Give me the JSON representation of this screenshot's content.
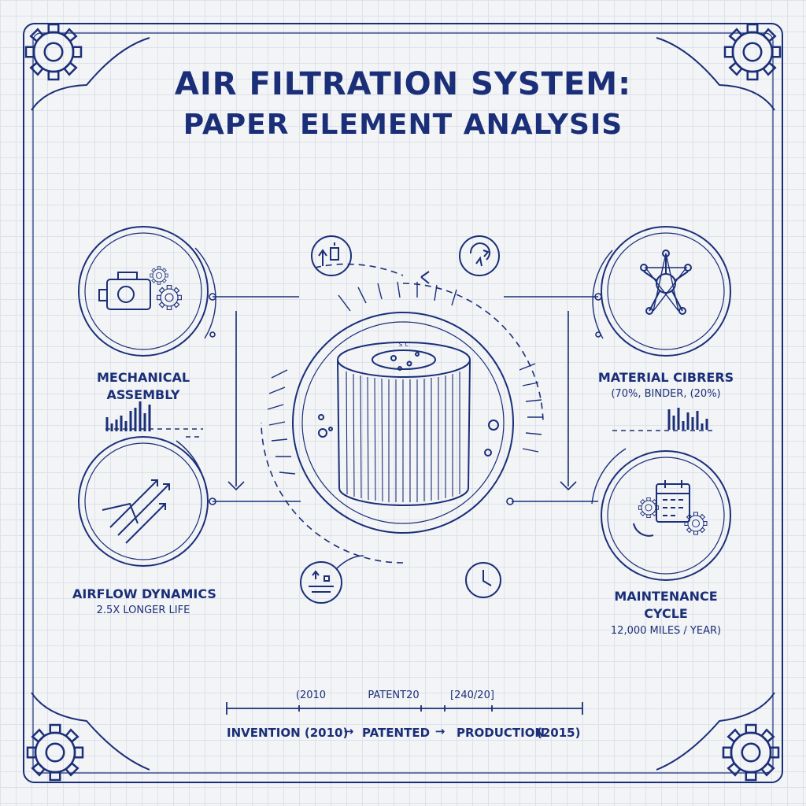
{
  "header": {
    "title_line1": "AIR FILTRATION SYSTEM:",
    "title_line2": "PAPER ELEMENT ANALYSIS"
  },
  "nodes": {
    "mechanical": {
      "line1": "MECHANICAL",
      "line2": "ASSEMBLY",
      "icon": "engine-gears-icon"
    },
    "airflow": {
      "line1": "AIRFLOW DYNAMICS",
      "detail": "2.5X LONGER LIFE",
      "icon": "airflow-arrows-icon"
    },
    "material": {
      "line1": "MATERIAL CIBRERS",
      "detail": "(70%, BINDER, (20%)",
      "icon": "fiber-network-icon"
    },
    "maintenance": {
      "line1": "MAINTENANCE",
      "line2": "CYCLE",
      "detail": "12,000 MILES / YEAR)",
      "icon": "calendar-gears-icon"
    }
  },
  "center": {
    "icon": "air-filter-cartridge-icon",
    "cap_marks": "s c"
  },
  "timeline": {
    "top_labels": [
      "(2010",
      "PATENT20",
      "[240/20]"
    ],
    "bottom": {
      "invention": "INVENTION (2010)",
      "arrow": "→",
      "patented": "PATENTED",
      "arrow2": "→",
      "production": "PRODUCTION",
      "production_year": "(2015)"
    }
  },
  "colors": {
    "ink": "#1a2f78",
    "grid": "#dde1ea",
    "paper": "#f3f4f6"
  }
}
